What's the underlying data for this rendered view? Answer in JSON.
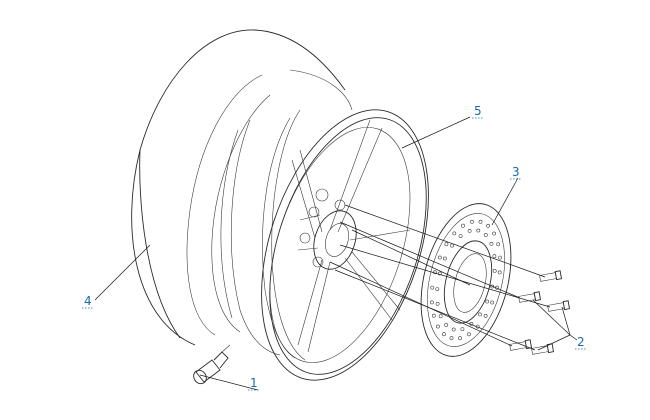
{
  "callouts": [
    {
      "id": "1",
      "label": "1"
    },
    {
      "id": "2",
      "label": "2"
    },
    {
      "id": "3",
      "label": "3"
    },
    {
      "id": "4",
      "label": "4"
    },
    {
      "id": "5",
      "label": "5"
    }
  ],
  "colors": {
    "callout_text": "#1a6aa8",
    "line": "#2b2b2b",
    "background": "#ffffff"
  }
}
